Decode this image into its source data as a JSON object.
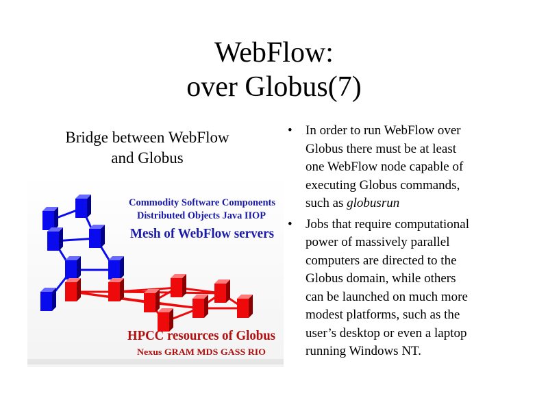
{
  "title": {
    "line1": "WebFlow:",
    "line2": "over Globus(7)"
  },
  "caption": {
    "line1": "Bridge between WebFlow",
    "line2": "and Globus"
  },
  "diagram": {
    "top_label_1": "Commodity  Software  Components",
    "top_label_2": "Distributed  Objects  Java  IIOP",
    "top_label_3": "Mesh of WebFlow servers",
    "bottom_label_1": "HPCC resources of Globus",
    "bottom_label_2": "Nexus  GRAM  MDS  GASS  RIO",
    "colors": {
      "webflow": "#0a0aee",
      "globus": "#ee0a0a",
      "label_blue": "#1a1aa8",
      "label_red": "#b01010"
    }
  },
  "bullets": {
    "b1": {
      "dot": "•",
      "line1": "In order to run WebFlow over",
      "line2": "Globus there must be at least",
      "line3": "one WebFlow node capable of",
      "line4": "executing Globus commands,",
      "line5_prefix": "such as ",
      "line5_em": "globusrun"
    },
    "b2": {
      "dot": "•",
      "line1": "Jobs that require computational",
      "line2": "power of massively parallel",
      "line3": "computers are directed to the",
      "line4": "Globus domain, while others",
      "line5": "can be launched on much more",
      "line6": "modest platforms, such as the",
      "line7": "user’s desktop or even a laptop",
      "line8": "running Windows NT."
    }
  }
}
